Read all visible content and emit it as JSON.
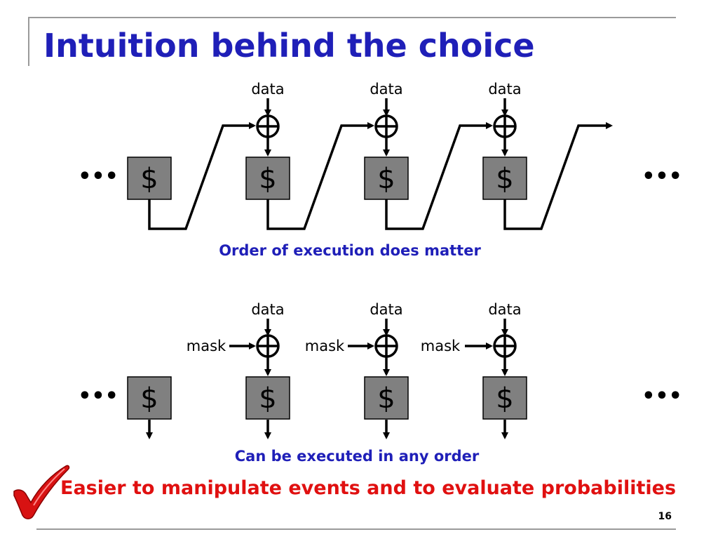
{
  "slide": {
    "title": "Intuition behind the choice",
    "conclusion": "Easier to manipulate events and to evaluate probabilities",
    "page_number": "16",
    "checkmark_icon": "red-checkmark-icon"
  },
  "diagram_top": {
    "cell_symbol": "$",
    "ellipsis": "•••",
    "data_labels": [
      "data",
      "data",
      "data"
    ],
    "caption": "Order of execution does matter"
  },
  "diagram_bottom": {
    "cell_symbol": "$",
    "ellipsis": "•••",
    "data_labels": [
      "data",
      "data",
      "data"
    ],
    "mask_labels": [
      "mask",
      "mask",
      "mask"
    ],
    "caption": "Can be executed in any order"
  },
  "colors": {
    "title": "#1f1fb8",
    "caption": "#1f1fb8",
    "conclusion": "#e01010",
    "cell_fill": "#808080"
  }
}
